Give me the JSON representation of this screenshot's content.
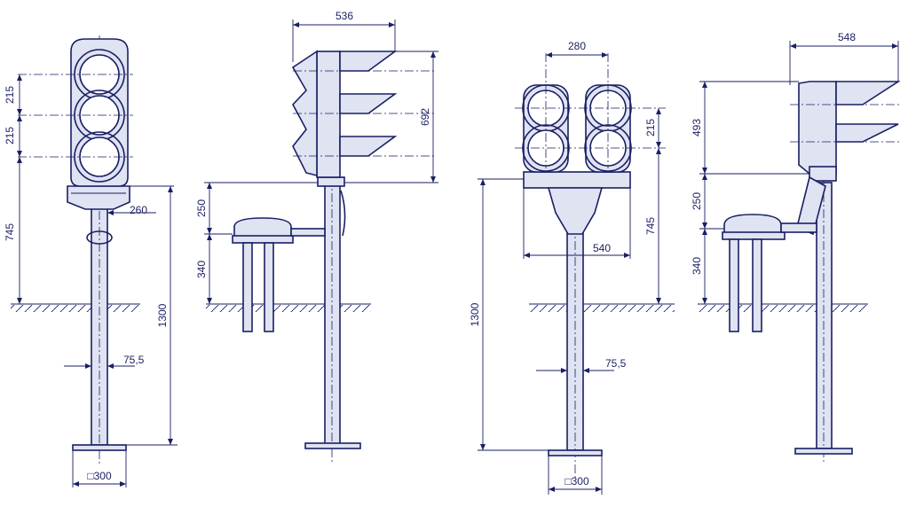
{
  "colors": {
    "ink": "#1a1f63",
    "fill": "#dfe3f2",
    "background": "#ffffff"
  },
  "views": {
    "front_three": {
      "dim_215_a": "215",
      "dim_215_b": "215",
      "dim_745": "745",
      "dim_260": "260",
      "dim_1300": "1300",
      "dim_75_5": "75,5",
      "dim_base": "□300"
    },
    "side_three": {
      "dim_536": "536",
      "dim_692": "692",
      "dim_250": "250",
      "dim_340": "340"
    },
    "front_four": {
      "dim_280": "280",
      "dim_215": "215",
      "dim_540": "540",
      "dim_745": "745",
      "dim_1300": "1300",
      "dim_75_5": "75,5",
      "dim_base": "□300"
    },
    "side_four": {
      "dim_548": "548",
      "dim_493": "493",
      "dim_250": "250",
      "dim_340": "340"
    }
  }
}
